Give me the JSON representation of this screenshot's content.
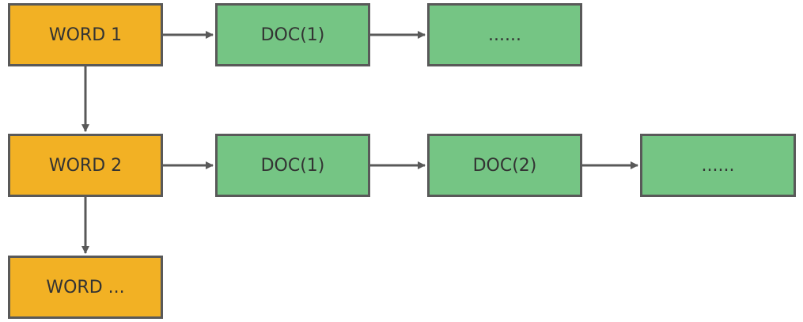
{
  "words": [
    "WORD 1",
    "WORD 2",
    "WORD ..."
  ],
  "rows": [
    {
      "docs": [
        "DOC(1)",
        "......"
      ]
    },
    {
      "docs": [
        "DOC(1)",
        "DOC(2)",
        "......"
      ]
    }
  ],
  "colors": {
    "word_fill": "#f2b124",
    "doc_fill": "#75c584",
    "border": "#595959",
    "arrow": "#595959",
    "text": "#333333"
  }
}
